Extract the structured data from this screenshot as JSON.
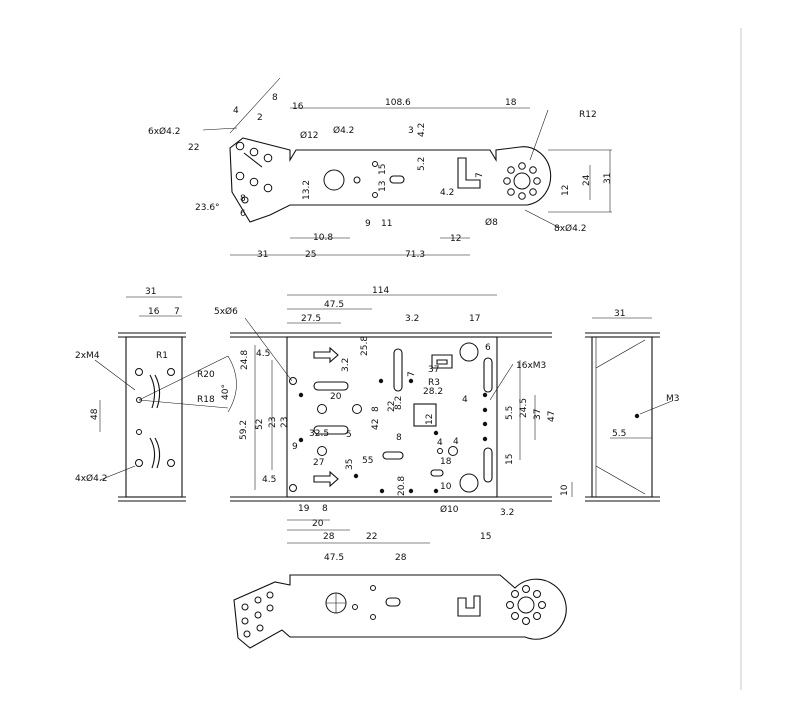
{
  "top_view": {
    "dims": {
      "d16": "16",
      "d4": "4",
      "d8a": "8",
      "d2": "2",
      "d22": "22",
      "d6x42": "6xØ4.2",
      "d236": "23.6°",
      "d8b": "8",
      "d6": "6",
      "d1086": "108.6",
      "d18": "18",
      "r12": "R12",
      "d12d": "Ø12",
      "d42d": "Ø4.2",
      "d3": "3",
      "d42v": "4.2",
      "d52": "5.2",
      "d15": "15",
      "d7": "7",
      "d13": "13",
      "d132": "13.2",
      "d42h": "4.2",
      "d12v": "12",
      "d24": "24",
      "d31": "31",
      "d9": "9",
      "d11": "11",
      "d108": "10.8",
      "d12h": "12",
      "d8d": "Ø8",
      "d8x42": "8xØ4.2",
      "d31b": "31",
      "d25": "25",
      "d713": "71.3"
    }
  },
  "left_view": {
    "dims": {
      "d31": "31",
      "d16": "16",
      "d7": "7",
      "m4": "2xM4",
      "r1": "R1",
      "r20": "R20",
      "r18": "R18",
      "a40": "40°",
      "d48": "48",
      "d4x42": "4xØ4.2"
    }
  },
  "plan_view": {
    "dims": {
      "d114": "114",
      "d475t": "47.5",
      "d275": "27.5",
      "d32t": "3.2",
      "d17": "17",
      "d5x6": "5xØ6",
      "d258": "25.8",
      "d6": "6",
      "d45a": "4.5",
      "d248": "24.8",
      "d32a": "3.2",
      "d7v": "7",
      "d37s": "37",
      "d16m3": "16xM3",
      "r3": "R3",
      "d282": "28.2",
      "d20h": "20",
      "d592": "59.2",
      "d52": "52",
      "d23a": "23",
      "d23b": "23",
      "d82": "8.2",
      "d8v": "8",
      "d4v": "4",
      "d4r": "4",
      "d42": "42",
      "d12": "12",
      "d22": "22",
      "d245": "24.5",
      "d37": "37",
      "d47": "47",
      "d55r": "5.5",
      "d325": "32.5",
      "d5": "5",
      "d9": "9",
      "d27": "27",
      "d8h": "8",
      "d35": "35",
      "d55": "55",
      "d4h": "4",
      "d18h": "18",
      "d15v": "15",
      "d45b": "4.5",
      "d208": "20.8",
      "d10": "10",
      "d10d": "Ø10",
      "d32b": "3.2",
      "d19": "19",
      "d8": "8",
      "d20": "20",
      "d28": "28",
      "d22b": "22",
      "d15": "15",
      "d475b": "47.5",
      "d28b": "28"
    }
  },
  "right_view": {
    "dims": {
      "d31": "31",
      "m3": "M3",
      "d55": "5.5",
      "d10": "10"
    }
  }
}
